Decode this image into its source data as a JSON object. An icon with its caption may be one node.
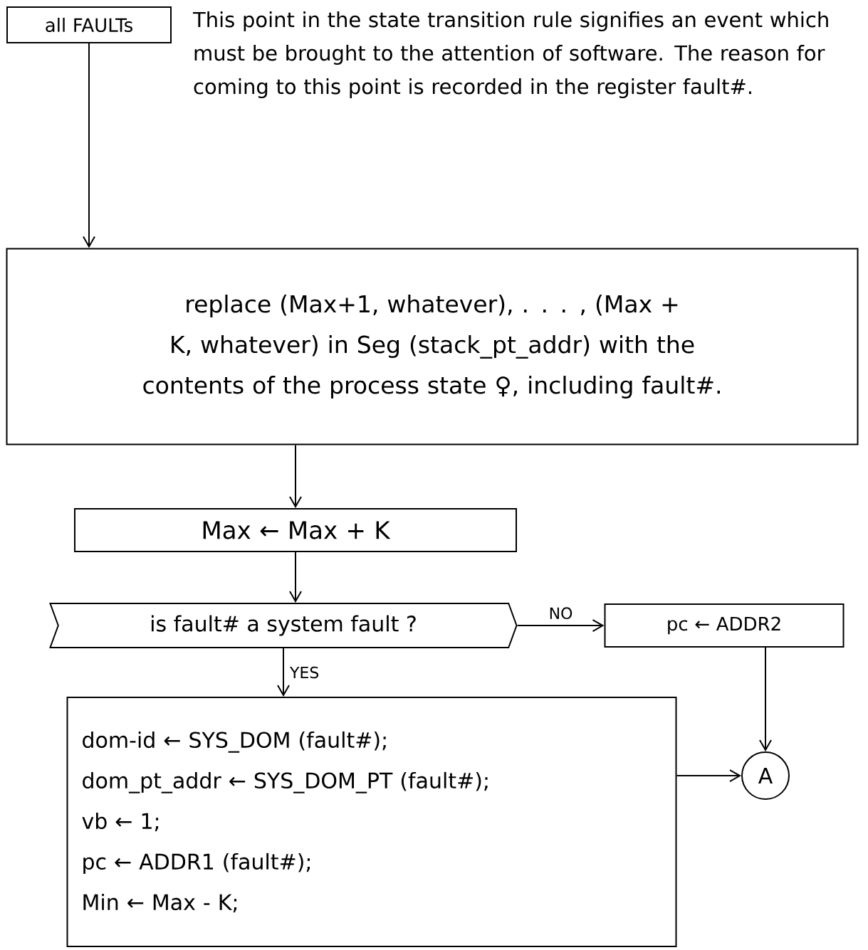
{
  "diagram": {
    "nodes": [
      {
        "text": [
          "all FAULTs"
        ],
        "beside": [
          "This point in the state transition rule signifies an event which must be brought to the attention of software. The reason for coming to this point is recorded in the register fault#."
        ]
      },
      {
        "text": [
          "replace (Max+1, whatever), . . . , (Max + K, whatever) in Seg (stack_pt_addr) with the contents of the process state ♀, including fault#."
        ]
      },
      {
        "text": [
          "Max ← Max + K"
        ]
      },
      {
        "text": [
          "is fault# a system fault ?"
        ]
      },
      {
        "text": [
          "pc ← ADDR2"
        ]
      },
      {
        "text": [
          "dom-id ← SYS_DOM (fault#);",
          "dom_pt_addr ← SYS_DOM_PT (fault#);",
          "vb ← 1;",
          "pc ← ADDR1 (fault#);",
          "Min ← Max - K;"
        ]
      },
      {
        "text": [
          "A"
        ]
      }
    ],
    "edges": [
      {
        "from": 0,
        "to": 1,
        "arrow": "to"
      },
      {
        "from": 1,
        "to": 2,
        "arrow": "to"
      },
      {
        "from": 2,
        "to": 3,
        "arrow": "to"
      },
      {
        "from": 3,
        "to": 4,
        "arrow": "to",
        "label": "NO"
      },
      {
        "from": 3,
        "to": 5,
        "arrow": "to",
        "label": "YES"
      },
      {
        "from": 4,
        "to": 6,
        "arrow": "to"
      },
      {
        "from": 5,
        "to": 6,
        "arrow": "to"
      }
    ]
  }
}
